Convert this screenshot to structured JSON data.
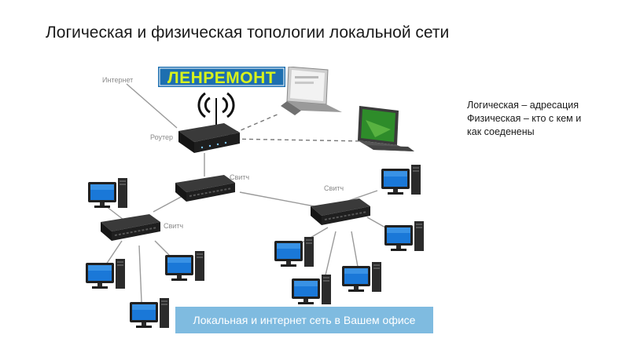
{
  "slide": {
    "title": "Логическая и физическая топологии локальной сети"
  },
  "notes": {
    "line1": "Логическая – адресация",
    "line2": "Физическая – кто с кем и",
    "line3": "как соеденены"
  },
  "diagram": {
    "logo_text": "ЛЕНРЕМОНТ",
    "labels": {
      "internet": "Интернет",
      "router": "Роутер",
      "switch_center": "Свитч",
      "switch_left": "Свитч",
      "switch_right": "Свитч"
    },
    "banner_text": "Локальная и интернет сеть в Вашем офисе",
    "colors": {
      "logo_bg": "#1d6fb0",
      "logo_text": "#d7f21c",
      "banner_bg": "#7fbbe0",
      "device_body": "#1c1c1c",
      "link_line": "#999999",
      "monitor_screen": "#1a78d8"
    },
    "icons": [
      "router-icon",
      "switch-icon",
      "laptop-icon",
      "desktop-pc-icon",
      "antenna-icon"
    ]
  }
}
